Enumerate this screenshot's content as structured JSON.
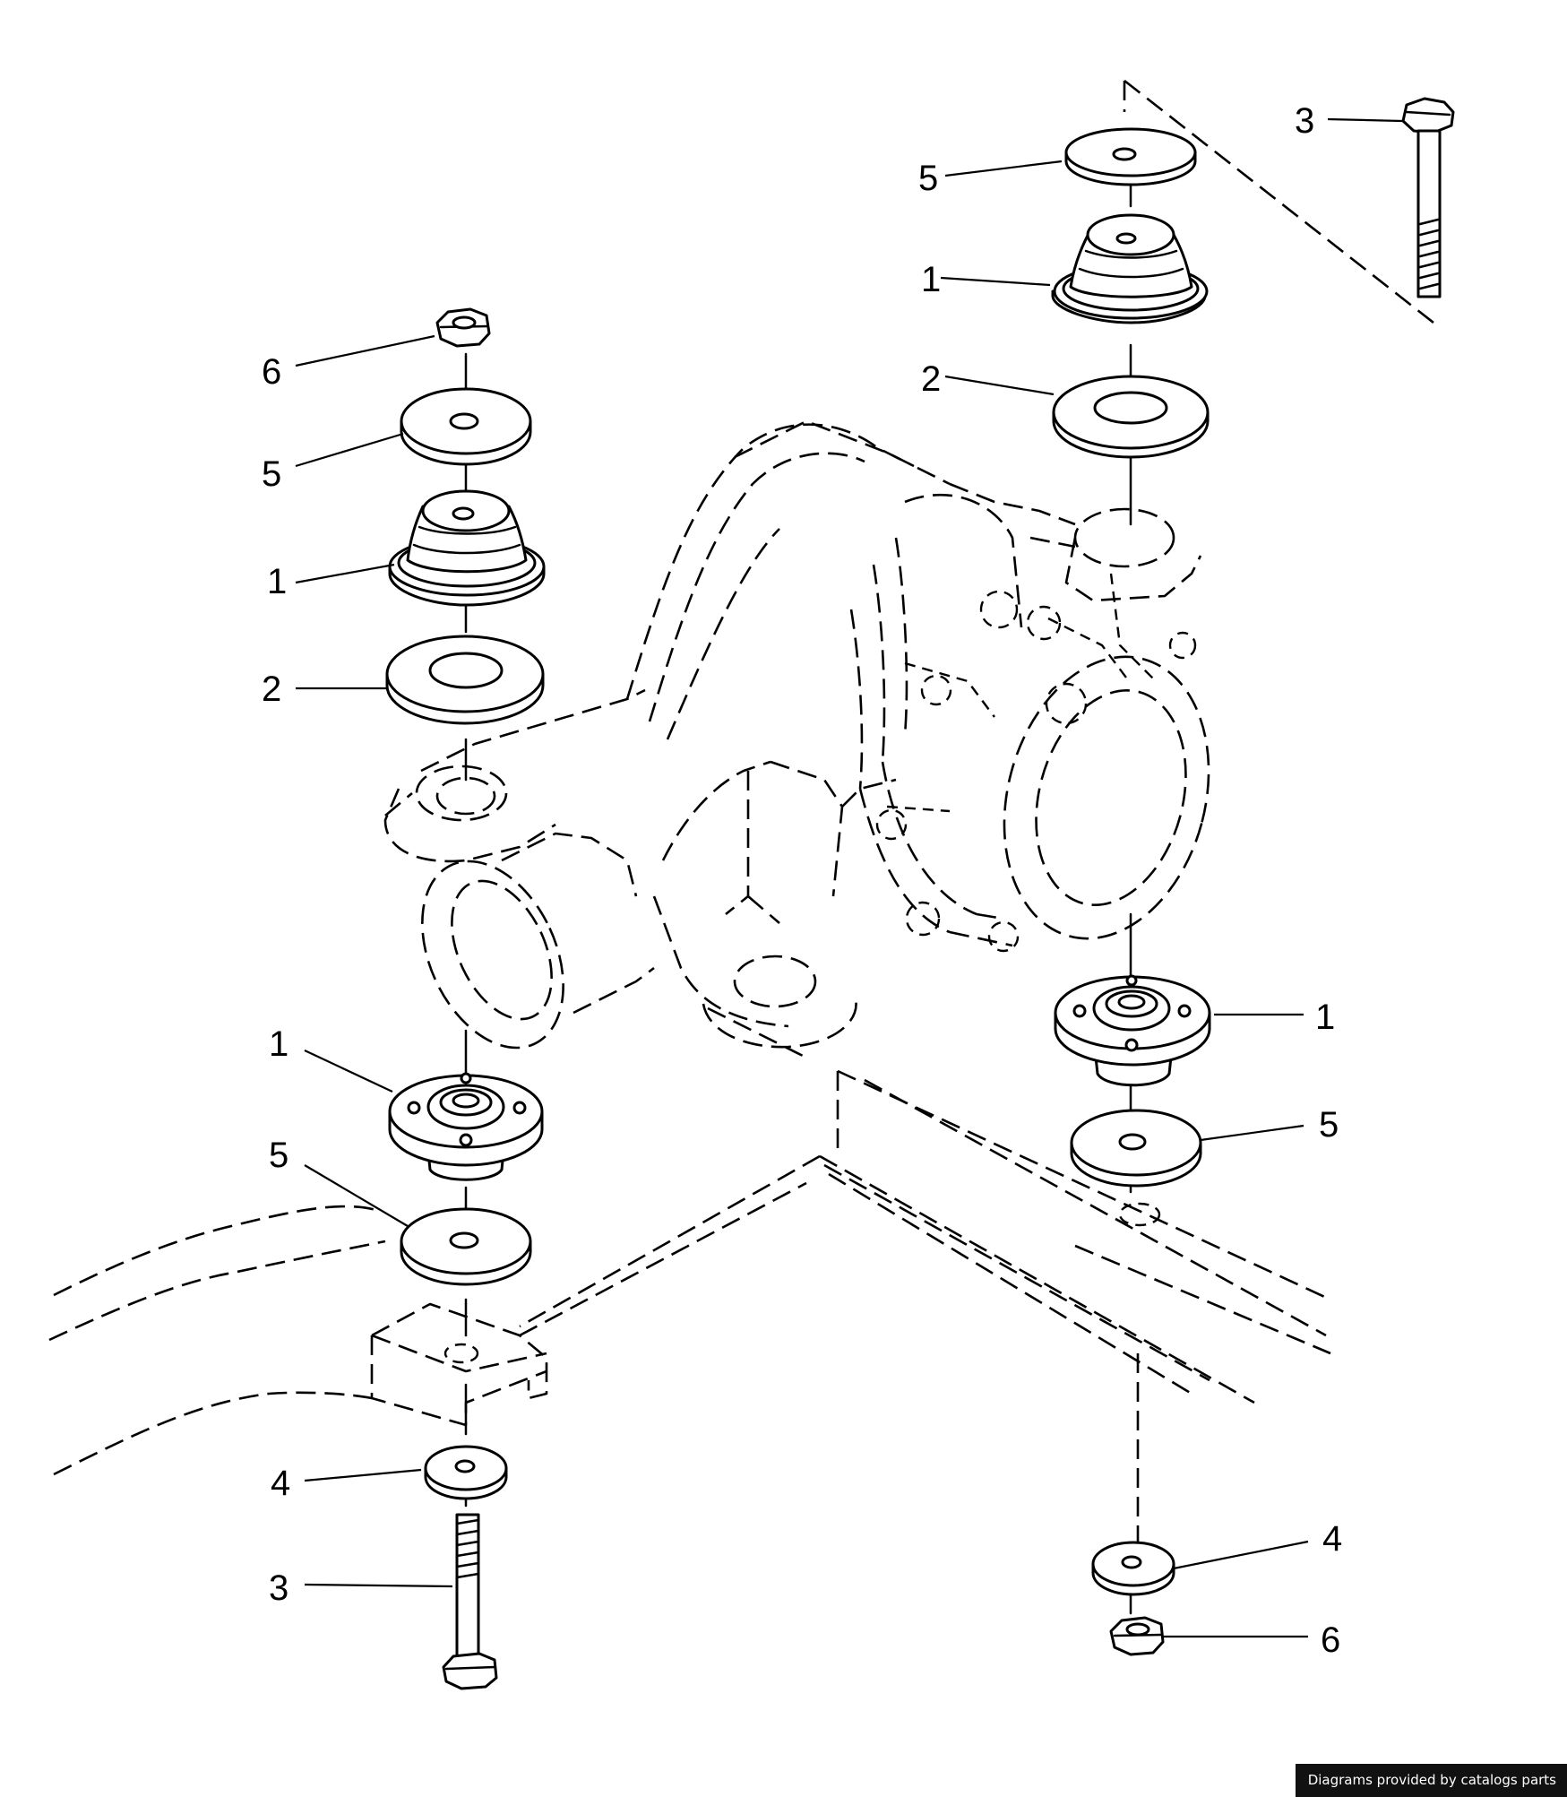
{
  "callouts": {
    "upper_right_bolt": "3",
    "upper_right_washer": "5",
    "upper_right_insulator": "1",
    "upper_right_spacer": "2",
    "upper_left_nut": "6",
    "upper_left_washer": "5",
    "upper_left_insulator": "1",
    "upper_left_spacer": "2",
    "lower_left_insulator": "1",
    "lower_left_washer": "5",
    "lower_left_small_washer": "4",
    "lower_left_bolt": "3",
    "lower_right_insulator": "1",
    "lower_right_washer": "5",
    "lower_right_small_washer": "4",
    "lower_right_nut": "6"
  },
  "footer": {
    "credit": "Diagrams provided by catalogs parts"
  }
}
